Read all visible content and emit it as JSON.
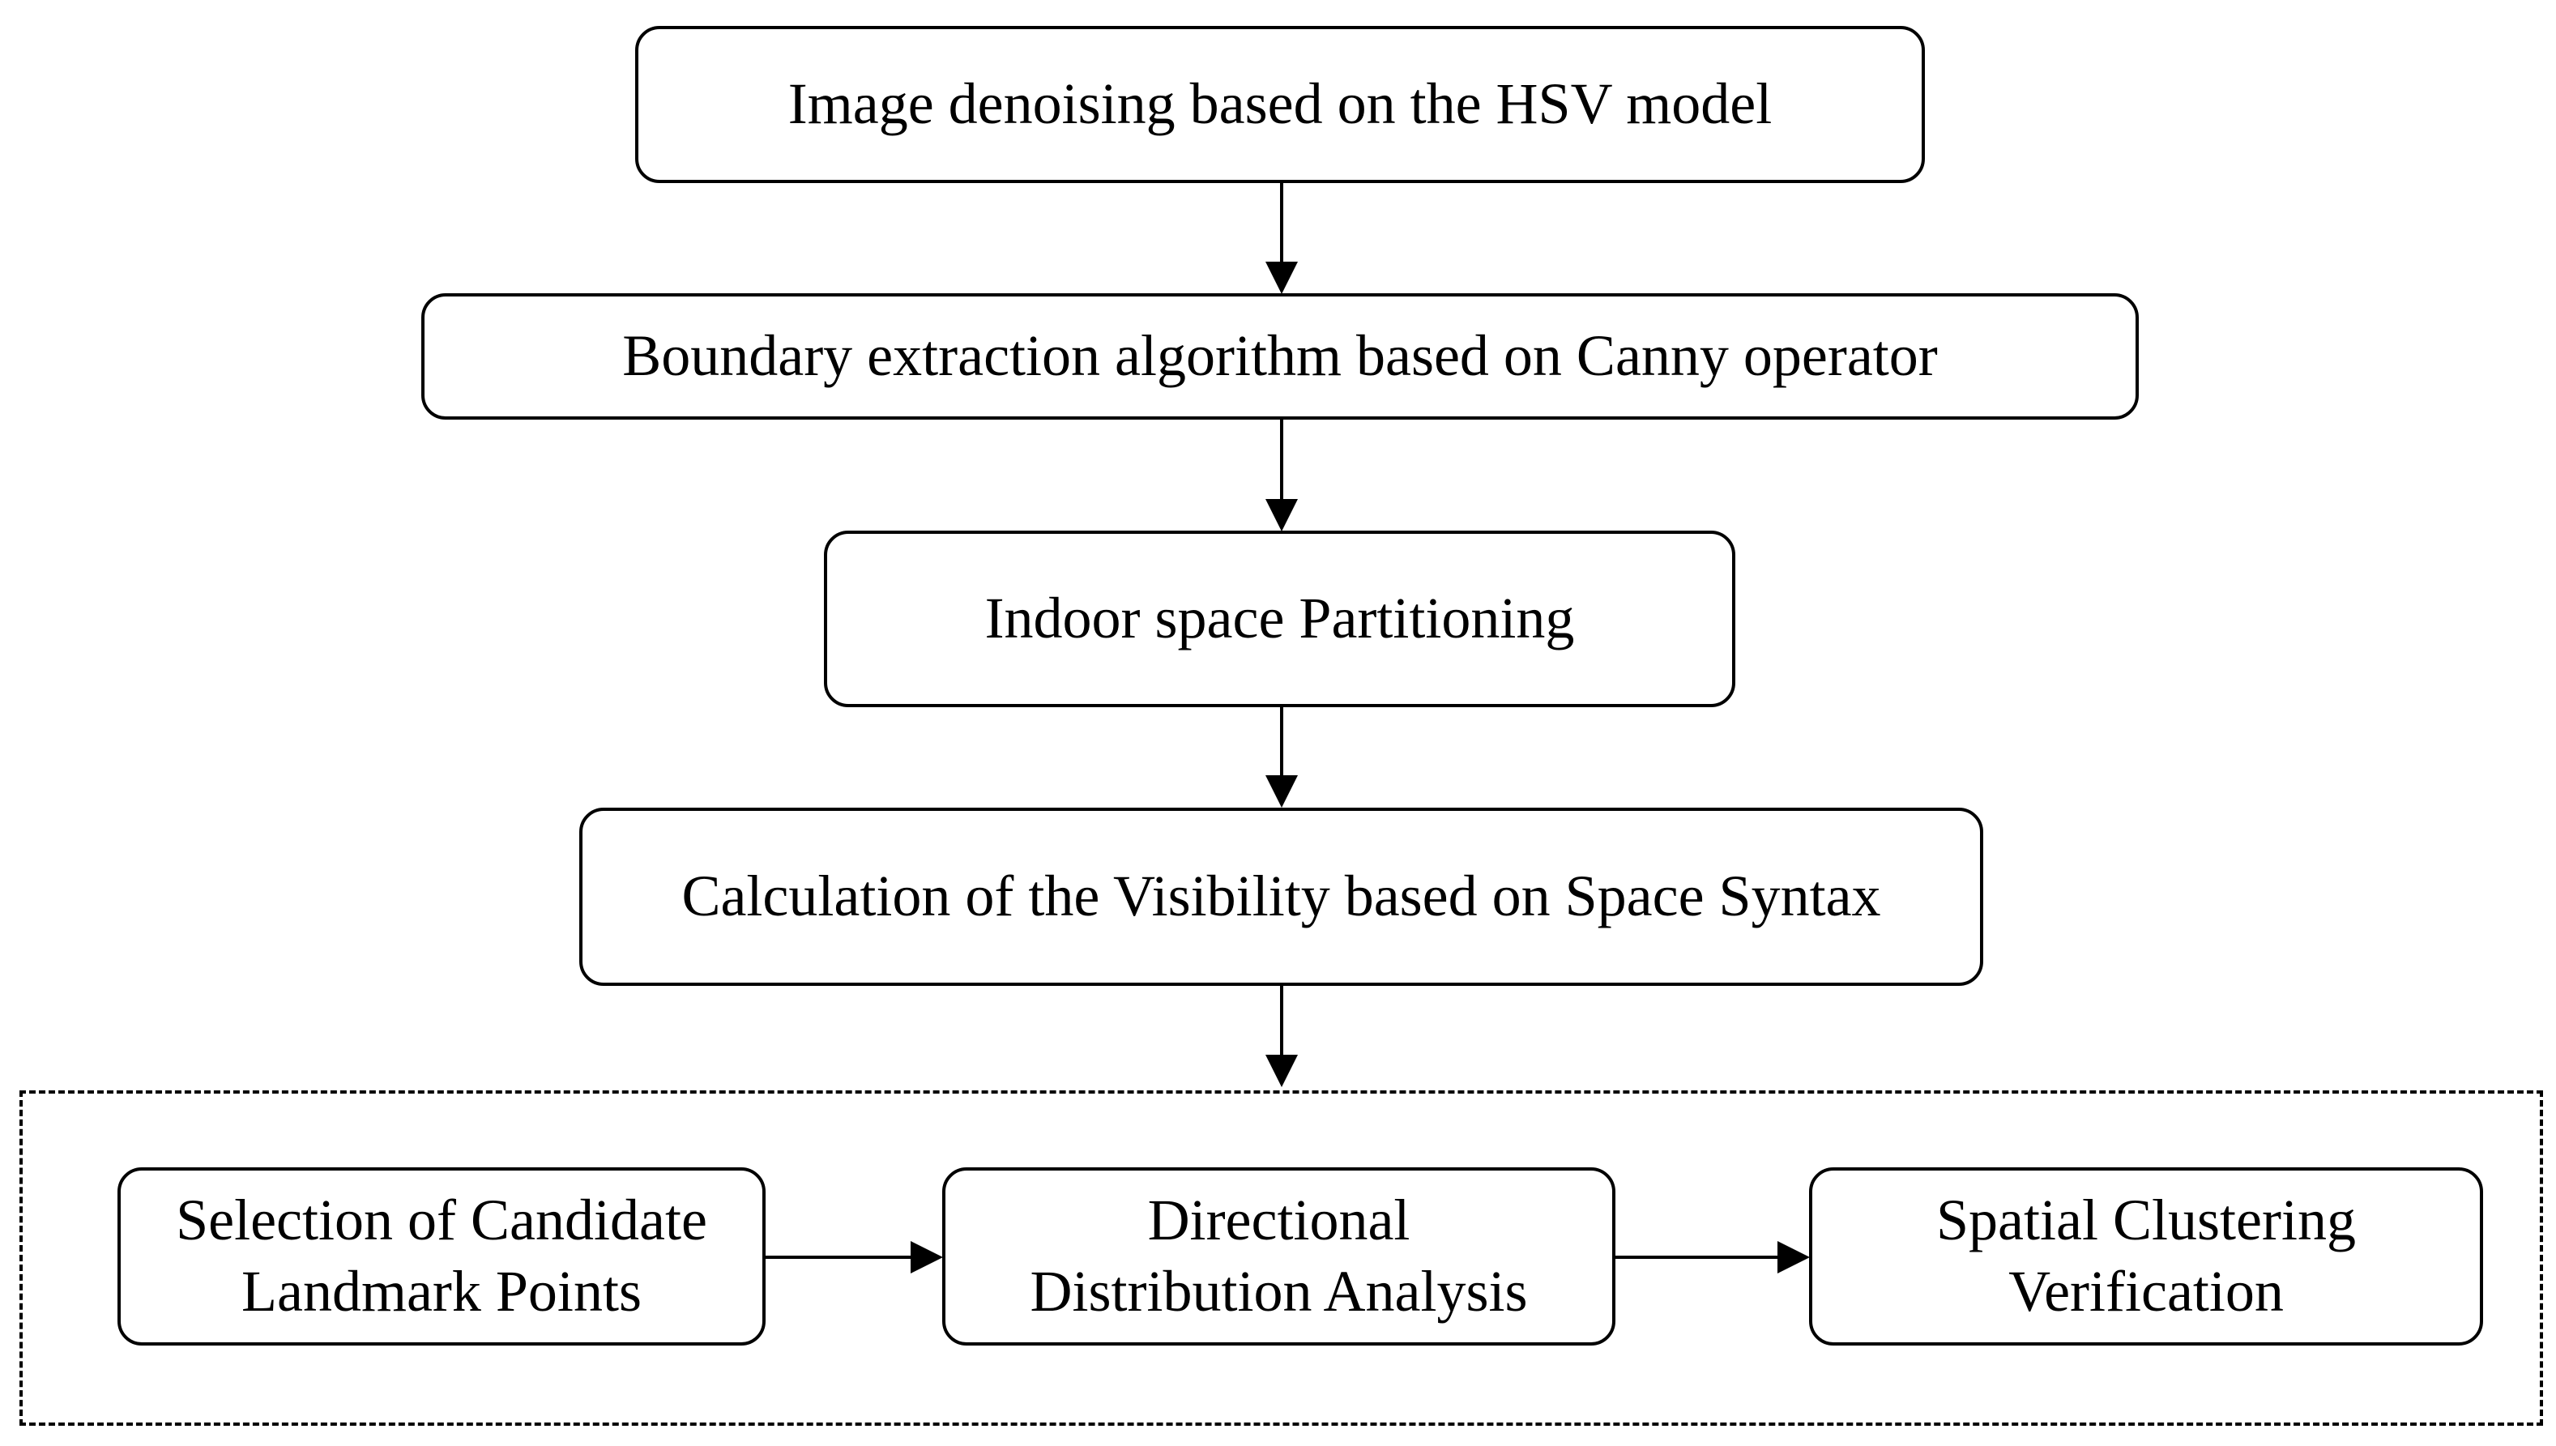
{
  "diagram": {
    "steps": [
      {
        "label": "Image denoising based on the HSV model"
      },
      {
        "label": "Boundary extraction algorithm based on Canny operator"
      },
      {
        "label": "Indoor space Partitioning"
      },
      {
        "label": "Calculation of the Visibility based on Space Syntax"
      }
    ],
    "landmark_steps": [
      {
        "line1": "Selection of Candidate",
        "line2": "Landmark Points"
      },
      {
        "line1": "Directional",
        "line2": "Distribution Analysis"
      },
      {
        "line1": "Spatial Clustering",
        "line2": "Verification"
      }
    ],
    "colors": {
      "stroke": "#000000",
      "background": "#ffffff"
    }
  }
}
